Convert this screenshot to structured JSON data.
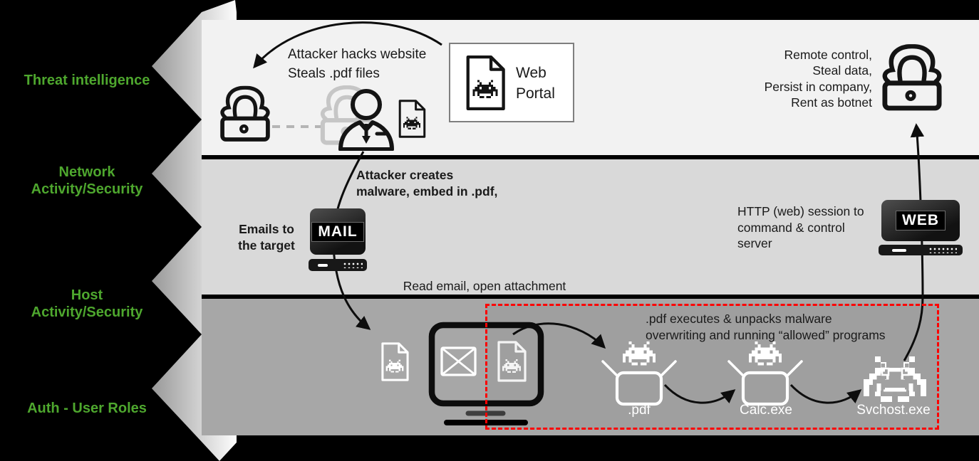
{
  "colors": {
    "background": "#000000",
    "band_threat": "#f2f2f2",
    "band_network": "#d9d9d9",
    "band_host": "#a7a7a7",
    "lane_label_green": "#4ea72e",
    "alert_red": "#ff0000",
    "arrow_black": "#0d0d0d"
  },
  "lanes": [
    {
      "lines": [
        "Threat intelligence"
      ]
    },
    {
      "lines": [
        "Network",
        "Activity/Security"
      ]
    },
    {
      "lines": [
        "Host",
        "Activity/Security"
      ]
    },
    {
      "lines": [
        "Auth - User Roles"
      ]
    }
  ],
  "threat_band": {
    "attack_note": [
      "Attacker hacks website",
      "Steals .pdf files"
    ],
    "web_portal": [
      "Web",
      "Portal"
    ],
    "objectives": [
      "Remote control,",
      "Steal data,",
      "Persist in company,",
      "Rent as botnet"
    ]
  },
  "network_band": {
    "create_note": [
      "Attacker creates",
      "malware, embed in .pdf,"
    ],
    "email_note": [
      "Emails to",
      "the target"
    ],
    "mail_server_label": "MAIL",
    "c2_note": [
      "HTTP (web) session to",
      "command & control",
      "server"
    ],
    "web_server_label": "WEB",
    "read_note": "Read email, open attachment"
  },
  "host_band": {
    "execute_note": [
      ".pdf executes & unpacks malware",
      "overwriting and running “allowed” programs"
    ],
    "process_labels": [
      ".pdf",
      "Calc.exe",
      "Svchost.exe"
    ]
  },
  "icons": {
    "attacker": "hooded-hacker-at-laptop-icon",
    "person": "person-with-tie-icon",
    "malware_doc": "document-with-space-invader-icon",
    "invader": "space-invader-malware-icon",
    "mail_server": "mail-server-appliance-icon",
    "web_server": "web-server-appliance-icon",
    "monitor": "desktop-monitor-icon",
    "envelope": "email-envelope-icon",
    "unbox": "open-box-unpacking-malware-icon"
  }
}
